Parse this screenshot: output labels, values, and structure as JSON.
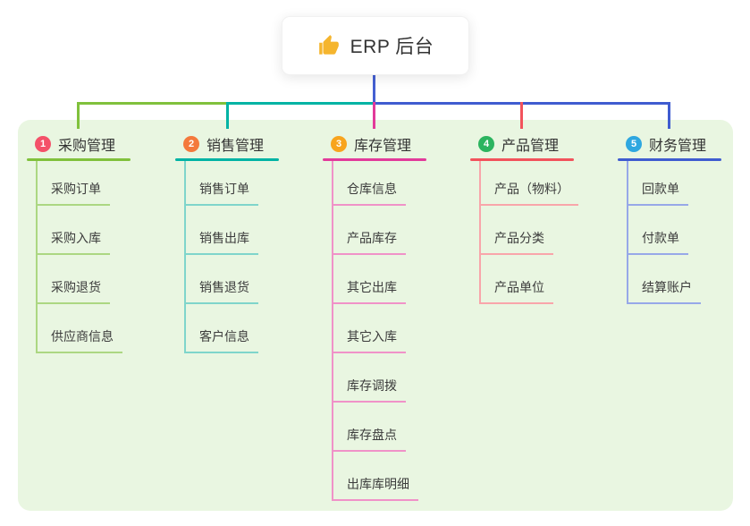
{
  "root": {
    "title": "ERP 后台",
    "icon": "thumbs-up-icon"
  },
  "panel": {
    "bg": "#e9f6e1"
  },
  "connectors": {
    "stem_color": "#4560d2"
  },
  "branches": [
    {
      "number": "1",
      "label": "采购管理",
      "badge_color": "#f45169",
      "line_color": "#80c13c",
      "tint_color": "#acd782",
      "items": [
        "采购订单",
        "采购入库",
        "采购退货",
        "供应商信息"
      ]
    },
    {
      "number": "2",
      "label": "销售管理",
      "badge_color": "#f4793c",
      "line_color": "#00b3a4",
      "tint_color": "#7fd5cb",
      "items": [
        "销售订单",
        "销售出库",
        "销售退货",
        "客户信息"
      ]
    },
    {
      "number": "3",
      "label": "库存管理",
      "badge_color": "#f8a41d",
      "line_color": "#e23a9a",
      "tint_color": "#f092c8",
      "items": [
        "仓库信息",
        "产品库存",
        "其它出库",
        "其它入库",
        "库存调拨",
        "库存盘点",
        "出库库明细"
      ]
    },
    {
      "number": "4",
      "label": "产品管理",
      "badge_color": "#2cb45f",
      "line_color": "#f2535c",
      "tint_color": "#f9a5aa",
      "items": [
        "产品（物料）",
        "产品分类",
        "产品单位"
      ]
    },
    {
      "number": "5",
      "label": "财务管理",
      "badge_color": "#2ea7e0",
      "line_color": "#3f5cd0",
      "tint_color": "#97a8e8",
      "items": [
        "回款单",
        "付款单",
        "结算账户"
      ]
    }
  ]
}
